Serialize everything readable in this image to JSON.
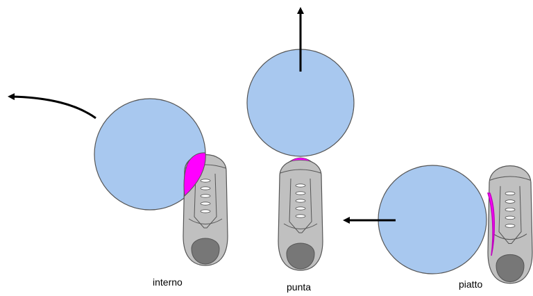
{
  "kicks": [
    {
      "name": "interno",
      "label": "interno"
    },
    {
      "name": "punta",
      "label": "punta"
    },
    {
      "name": "piatto",
      "label": "piatto"
    }
  ],
  "colors": {
    "ball_fill": "#a8c8ef",
    "ball_stroke": "#555555",
    "shoe_fill": "#c0c0c0",
    "shoe_stroke": "#555555",
    "heel_fill": "#777777",
    "contact_zone": "#ff00ff",
    "arrow": "#000000"
  }
}
